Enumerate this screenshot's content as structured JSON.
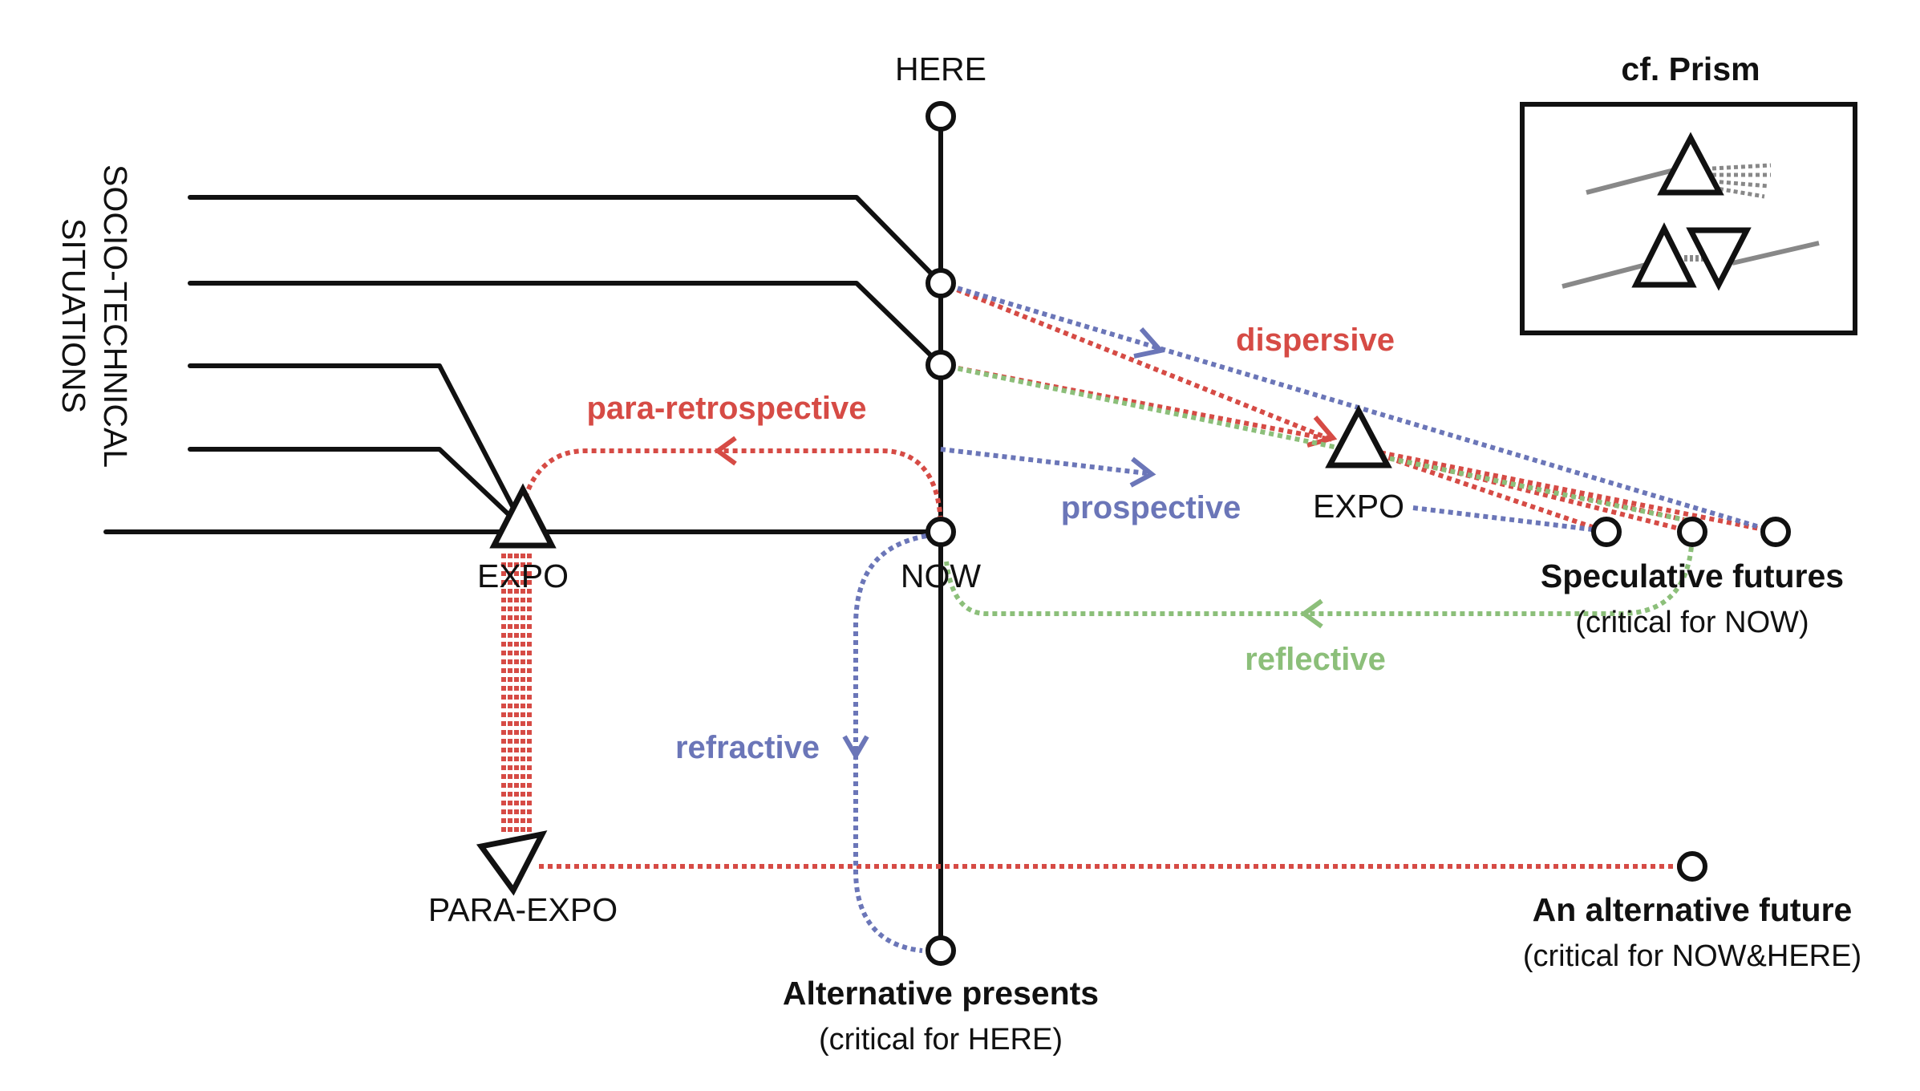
{
  "labels": {
    "here": "HERE",
    "now": "NOW",
    "socio_line1": "SOCIO-TECHNICAL",
    "socio_line2": "SITUATIONS",
    "expo_left": "EXPO",
    "expo_right": "EXPO",
    "para_expo": "PARA-EXPO",
    "alt_presents_title": "Alternative presents",
    "alt_presents_sub": "(critical for HERE)",
    "speculative_title": "Speculative futures",
    "speculative_sub": "(critical for NOW)",
    "alt_future_title": "An alternative future",
    "alt_future_sub": "(critical for NOW&HERE)",
    "prism_title": "cf. Prism"
  },
  "modes": {
    "dispersive": "dispersive",
    "para_retrospective": "para-retrospective",
    "prospective": "prospective",
    "reflective": "reflective",
    "refractive": "refractive"
  },
  "colors": {
    "red": "#d64b45",
    "blue": "#6b76b8",
    "green": "#8cbf7a",
    "gray": "#888888",
    "black": "#111111"
  }
}
